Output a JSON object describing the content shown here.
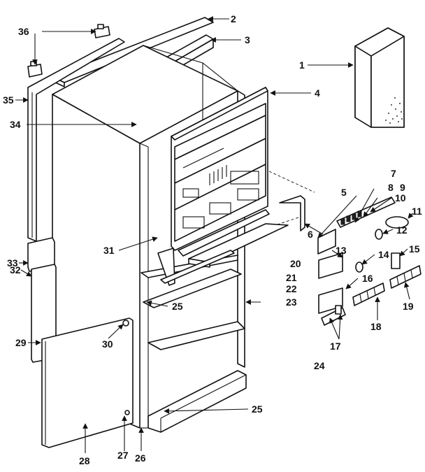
{
  "callouts": [
    {
      "id": "c1",
      "label": "1"
    },
    {
      "id": "c2",
      "label": "2"
    },
    {
      "id": "c3",
      "label": "3"
    },
    {
      "id": "c4",
      "label": "4"
    },
    {
      "id": "c5",
      "label": "5"
    },
    {
      "id": "c6",
      "label": "6"
    },
    {
      "id": "c7",
      "label": "7"
    },
    {
      "id": "c8",
      "label": "8"
    },
    {
      "id": "c9",
      "label": "9"
    },
    {
      "id": "c10",
      "label": "10"
    },
    {
      "id": "c11",
      "label": "11"
    },
    {
      "id": "c12",
      "label": "12"
    },
    {
      "id": "c13",
      "label": "13"
    },
    {
      "id": "c14",
      "label": "14"
    },
    {
      "id": "c15",
      "label": "15"
    },
    {
      "id": "c16",
      "label": "16"
    },
    {
      "id": "c17",
      "label": "17"
    },
    {
      "id": "c18",
      "label": "18"
    },
    {
      "id": "c19",
      "label": "19"
    },
    {
      "id": "c20",
      "label": "20"
    },
    {
      "id": "c21",
      "label": "21"
    },
    {
      "id": "c22",
      "label": "22"
    },
    {
      "id": "c23",
      "label": "23"
    },
    {
      "id": "c24",
      "label": "24"
    },
    {
      "id": "c25a",
      "label": "25"
    },
    {
      "id": "c25b",
      "label": "25"
    },
    {
      "id": "c26",
      "label": "26"
    },
    {
      "id": "c27",
      "label": "27"
    },
    {
      "id": "c28",
      "label": "28"
    },
    {
      "id": "c29",
      "label": "29"
    },
    {
      "id": "c30",
      "label": "30"
    },
    {
      "id": "c31",
      "label": "31"
    },
    {
      "id": "c32",
      "label": "32"
    },
    {
      "id": "c33",
      "label": "33"
    },
    {
      "id": "c34",
      "label": "34"
    },
    {
      "id": "c35",
      "label": "35"
    },
    {
      "id": "c36",
      "label": "36"
    }
  ]
}
